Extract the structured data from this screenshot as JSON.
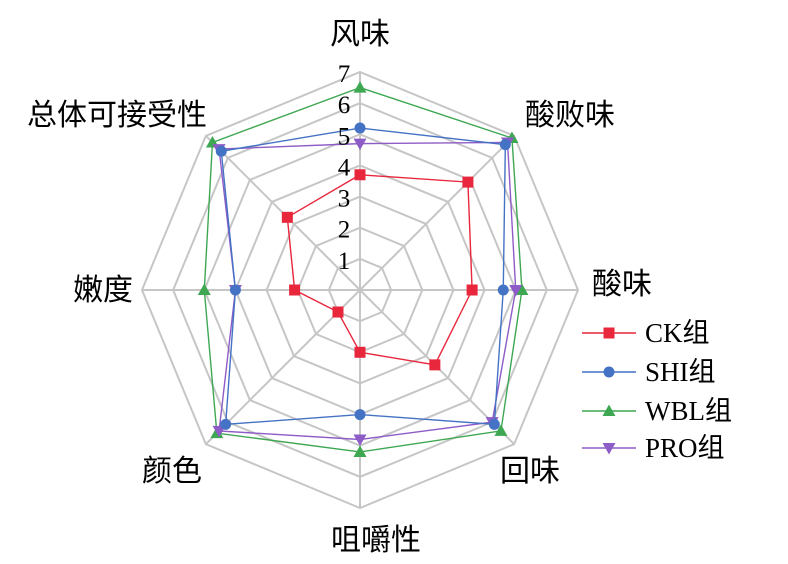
{
  "chart_data": {
    "type": "radar",
    "axes": [
      "风味",
      "酸败味",
      "酸味",
      "回味",
      "咀嚼性",
      "颜色",
      "嫩度",
      "总体可接受性"
    ],
    "rlim": [
      0,
      7
    ],
    "ticks": [
      1,
      2,
      3,
      4,
      5,
      6,
      7
    ],
    "grid": true,
    "legend_position": "bottom-right",
    "series": [
      {
        "name": "CK组",
        "color": "#e8263c",
        "marker": "square",
        "values": [
          3.7,
          4.9,
          3.6,
          3.4,
          2.0,
          1.0,
          2.1,
          3.3
        ]
      },
      {
        "name": "SHI组",
        "color": "#4472c4",
        "marker": "circle",
        "values": [
          5.2,
          6.6,
          4.6,
          6.1,
          4.0,
          6.1,
          4.0,
          6.3
        ]
      },
      {
        "name": "WBL组",
        "color": "#3ea752",
        "marker": "triangle-up",
        "values": [
          6.5,
          6.9,
          5.2,
          6.4,
          5.2,
          6.5,
          5.0,
          6.7
        ]
      },
      {
        "name": "PRO组",
        "color": "#8e5cc7",
        "marker": "triangle-down",
        "values": [
          4.7,
          6.7,
          5.0,
          6.0,
          4.8,
          6.4,
          4.0,
          6.4
        ]
      }
    ]
  }
}
